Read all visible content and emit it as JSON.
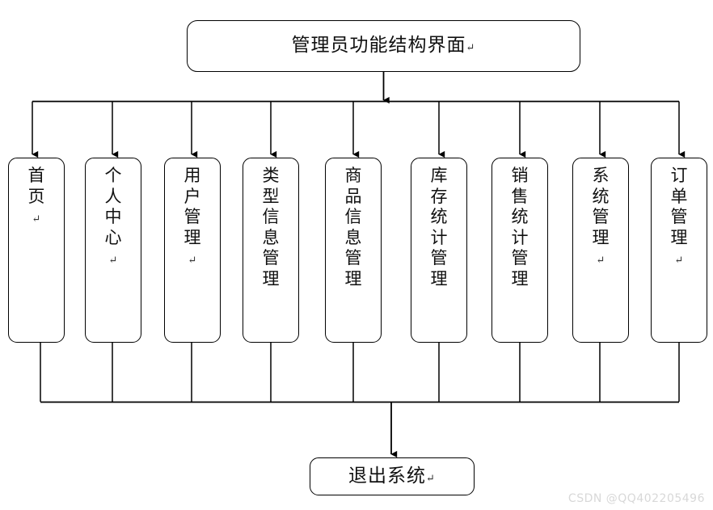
{
  "diagram": {
    "title": "管理员功能结构界面",
    "type": "tree",
    "root": {
      "label": "管理员功能结构界面",
      "return_mark": "↵"
    },
    "children": [
      {
        "label": "首页",
        "chars": "首页",
        "return_mark": "↵"
      },
      {
        "label": "个人中心",
        "chars": "个人中心",
        "return_mark": "↵"
      },
      {
        "label": "用户管理",
        "chars": "用户管理",
        "return_mark": "↵"
      },
      {
        "label": "类型信息管理",
        "chars": "类型信息管理",
        "return_mark": ""
      },
      {
        "label": "商品信息管理",
        "chars": "商品信息管理",
        "return_mark": ""
      },
      {
        "label": "库存统计管理",
        "chars": "库存统计管理",
        "return_mark": ""
      },
      {
        "label": "销售统计管理",
        "chars": "销售统计管理",
        "return_mark": ""
      },
      {
        "label": "系统管理",
        "chars": "系统管理",
        "return_mark": "↵"
      },
      {
        "label": "订单管理",
        "chars": "订单管理",
        "return_mark": "↵"
      }
    ],
    "exit": {
      "label": "退出系统",
      "return_mark": "↵"
    }
  },
  "watermark": {
    "text": "CSDN @QQ402205496",
    "color": "#d8d8d8"
  },
  "colors": {
    "stroke": "#000000",
    "fill": "#ffffff",
    "text": "#111111"
  }
}
